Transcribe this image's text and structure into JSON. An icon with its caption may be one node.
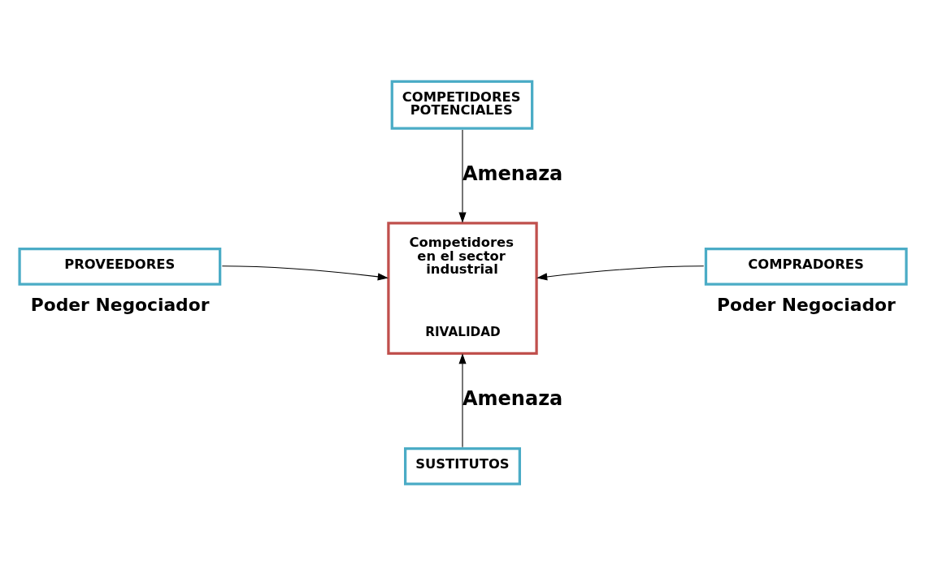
{
  "diagram": {
    "nodes": [
      {
        "text": [
          "COMPETIDORES POTENCIALES"
        ]
      },
      {
        "text": [
          "PROVEEDORES"
        ],
        "beside": [
          "Poder Negociador"
        ]
      },
      {
        "text": [
          "Competidores en el sector industrial",
          "RIVALIDAD"
        ]
      },
      {
        "text": [
          "COMPRADORES"
        ],
        "beside": [
          "Poder Negociador"
        ]
      },
      {
        "text": [
          "SUSTITUTOS"
        ]
      }
    ],
    "edges": [
      {
        "from": 0,
        "to": 2,
        "arrow": "to",
        "label": "Amenaza"
      },
      {
        "from": 1,
        "to": 2,
        "arrow": "to"
      },
      {
        "from": 3,
        "to": 2,
        "arrow": "to"
      },
      {
        "from": 4,
        "to": 2,
        "arrow": "to",
        "label": "Amenaza"
      }
    ]
  }
}
